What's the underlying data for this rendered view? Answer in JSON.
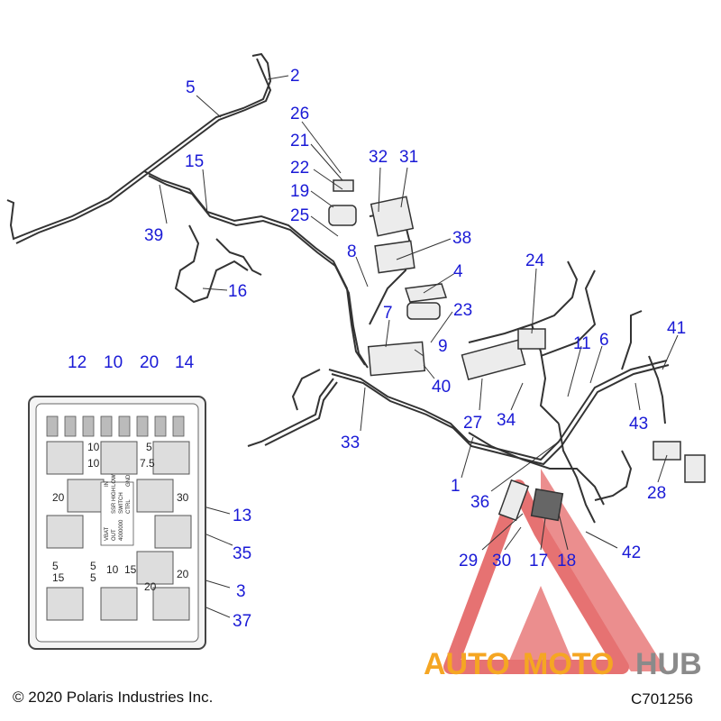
{
  "colors": {
    "callout": "#1a1ad6",
    "line": "#333333",
    "watermark_red": "#e25a5a",
    "watermark_orange": "#f5a623",
    "watermark_gray": "#8a8a8a"
  },
  "callouts": [
    "1",
    "2",
    "3",
    "4",
    "5",
    "6",
    "7",
    "8",
    "9",
    "10",
    "11",
    "12",
    "13",
    "14",
    "15",
    "16",
    "17",
    "18",
    "19",
    "20",
    "21",
    "22",
    "23",
    "24",
    "25",
    "26",
    "27",
    "28",
    "29",
    "30",
    "31",
    "32",
    "33",
    "34",
    "35",
    "36",
    "37",
    "38",
    "39",
    "40",
    "41",
    "42",
    "43"
  ],
  "fuse_box": {
    "fuse_ratings": [
      "10",
      "5",
      "7.5",
      "10",
      "20",
      "30",
      "20",
      "5",
      "5",
      "15",
      "15",
      "10",
      "5",
      "20"
    ],
    "panel_lines": [
      "VBAT",
      "OUT",
      "4000000",
      "SSR HIGH",
      "SWITCH",
      "CTRL",
      "GND",
      "IN",
      "LOW"
    ]
  },
  "watermark": {
    "auto": "AUTO",
    "moto": "MOTO",
    "hub": "HUB"
  },
  "footer": {
    "copyright": "© 2020 Polaris Industries Inc.",
    "code": "C701256"
  }
}
